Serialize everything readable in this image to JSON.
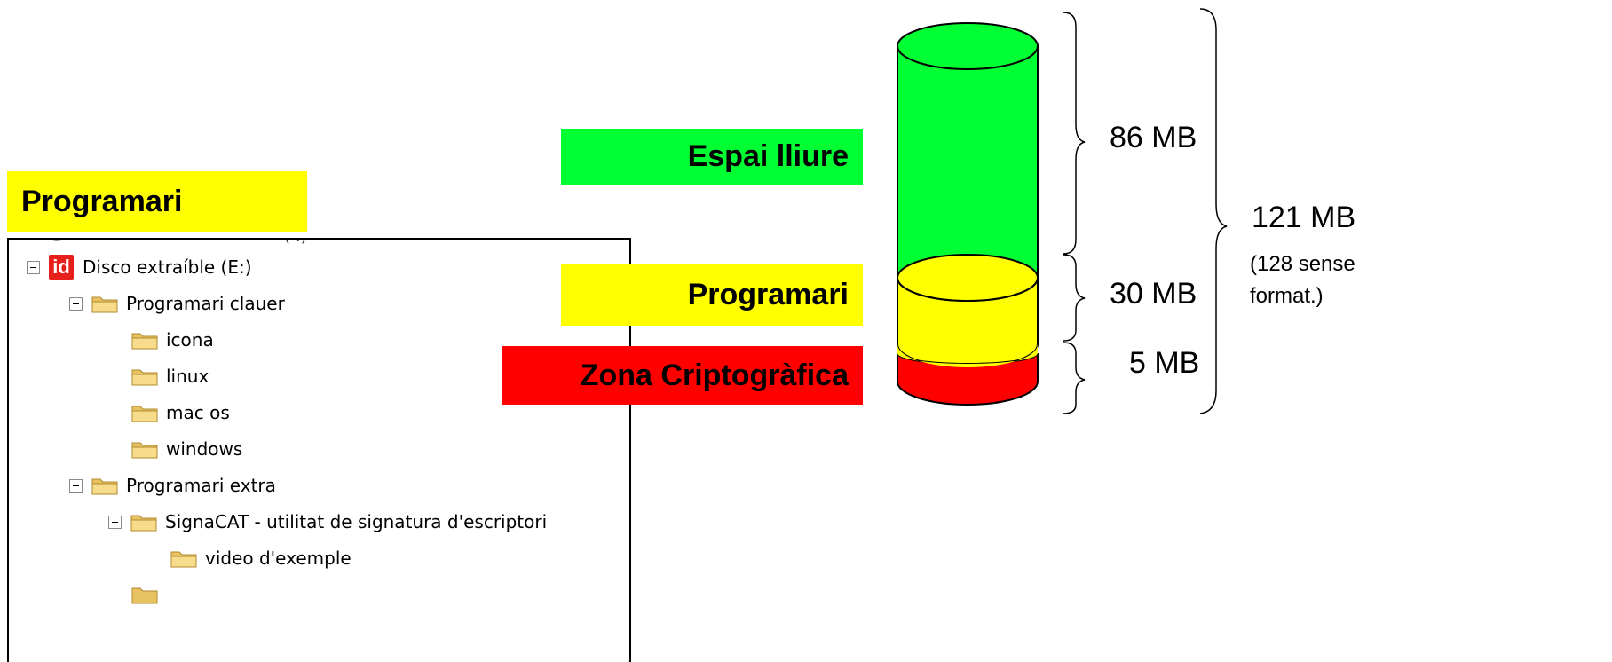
{
  "labels": {
    "programari_left": "Programari",
    "espai_lliure": "Espai lliure",
    "programari_right": "Programari",
    "zona_criptografica": "Zona Criptogràfica"
  },
  "explorer_tree": {
    "items": [
      {
        "label": "Disco extraíble (E:)",
        "icon": "removable-drive-id-icon",
        "icon_text": "id",
        "expandable": true
      },
      {
        "label": "Programari clauer",
        "icon": "folder-icon",
        "expandable": true
      },
      {
        "label": "icona",
        "icon": "folder-icon",
        "expandable": false
      },
      {
        "label": "linux",
        "icon": "folder-icon",
        "expandable": false
      },
      {
        "label": "mac os",
        "icon": "folder-icon",
        "expandable": false
      },
      {
        "label": "windows",
        "icon": "folder-icon",
        "expandable": false
      },
      {
        "label": "Programari extra",
        "icon": "folder-icon",
        "expandable": true
      },
      {
        "label": "SignaCAT - utilitat de signatura d'escriptori",
        "icon": "folder-icon",
        "expandable": true
      },
      {
        "label": "video d'exemple",
        "icon": "folder-icon",
        "expandable": false
      }
    ]
  },
  "storage": {
    "segments": [
      {
        "name": "Espai lliure",
        "size_mb": 86,
        "label": "86 MB",
        "color": "#00ff33"
      },
      {
        "name": "Programari",
        "size_mb": 30,
        "label": "30 MB",
        "color": "#ffff00"
      },
      {
        "name": "Zona Criptogràfica",
        "size_mb": 5,
        "label": "5 MB",
        "color": "#ff0000"
      }
    ],
    "total_label": "121 MB",
    "total_note_line1": "(128 sense",
    "total_note_line2": "format.)"
  }
}
